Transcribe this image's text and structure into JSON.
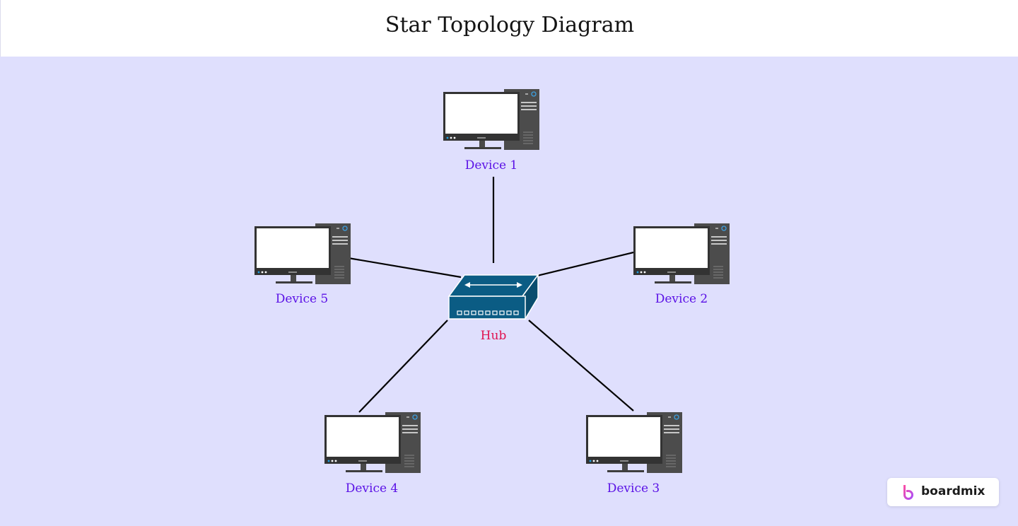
{
  "header": {
    "title": "Star Topology Diagram"
  },
  "hub": {
    "label": "Hub"
  },
  "devices": [
    {
      "label": "Device 1"
    },
    {
      "label": "Device 2"
    },
    {
      "label": "Device 3"
    },
    {
      "label": "Device 4"
    },
    {
      "label": "Device 5"
    }
  ],
  "logo": {
    "text": "boardmix"
  },
  "colors": {
    "canvas": "#dfdffd",
    "device_label": "#5b12e6",
    "hub_label": "#e0114f",
    "hub_body": "#0b5c84",
    "link": "#000000"
  }
}
